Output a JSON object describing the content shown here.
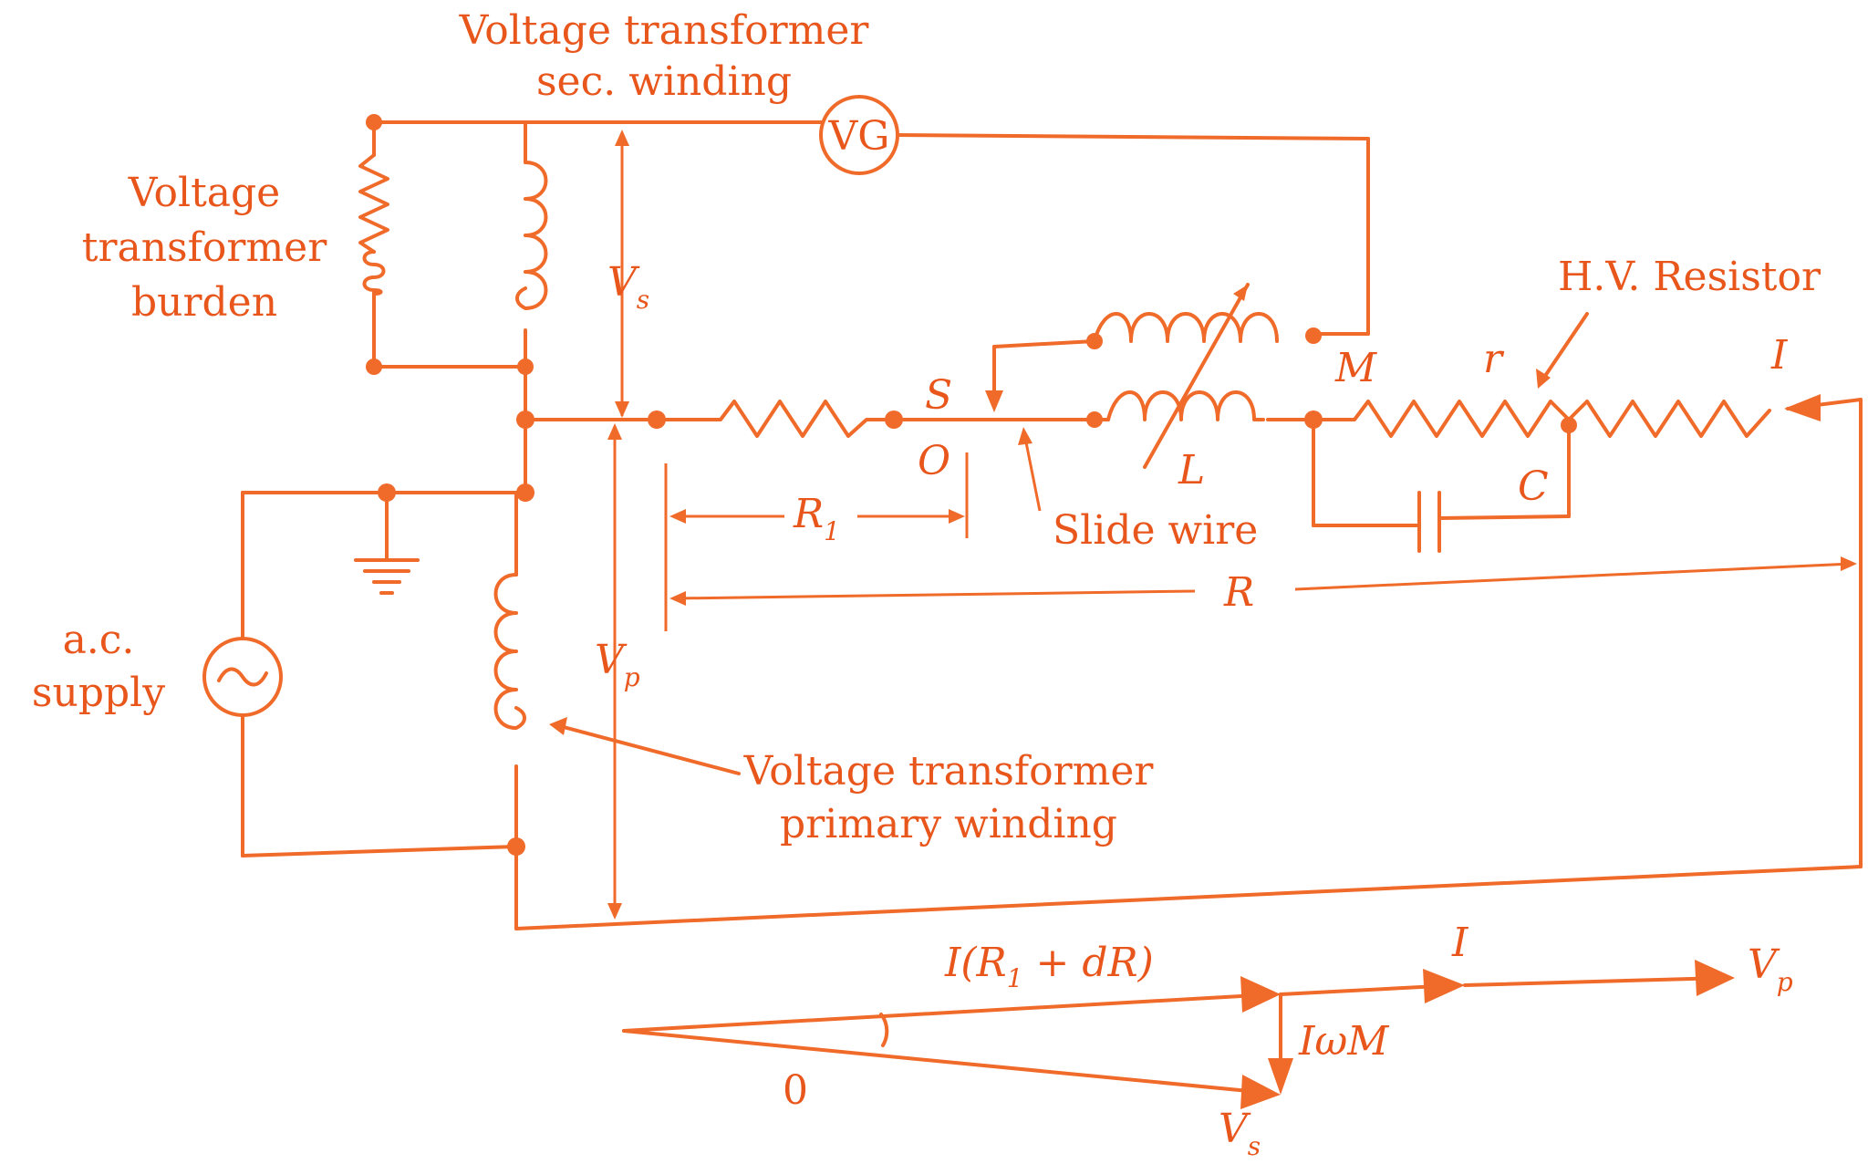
{
  "labels": {
    "vt_sec_line1": "Voltage transformer",
    "vt_sec_line2": "sec. winding",
    "vg": "VG",
    "burden_line1": "Voltage",
    "burden_line2": "transformer",
    "burden_line3": "burden",
    "vs": "V",
    "vs_sub": "s",
    "hv_resistor": "H.V. Resistor",
    "r_small": "r",
    "i_top": "I",
    "m": "M",
    "s": "S",
    "o": "O",
    "l": "L",
    "c": "C",
    "r1": "R",
    "r1_sub": "1",
    "slide_wire": "Slide wire",
    "r_big": "R",
    "ac_line1": "a.c.",
    "ac_line2": "supply",
    "vp": "V",
    "vp_sub": "p",
    "vt_pri_line1": "Voltage transformer",
    "vt_pri_line2": "primary winding"
  },
  "phasor": {
    "label_ir": "I(R",
    "label_ir_sub": "1",
    "label_ir_end": " + dR)",
    "label_i": "I",
    "label_vp": "V",
    "label_vp_sub": "p",
    "label_iwm": "IωM",
    "label_vs": "V",
    "label_vs_sub": "s",
    "label_theta": "0"
  },
  "colors": {
    "line": "#f06a2a",
    "text": "#e8561c",
    "background": "#ffffff"
  }
}
